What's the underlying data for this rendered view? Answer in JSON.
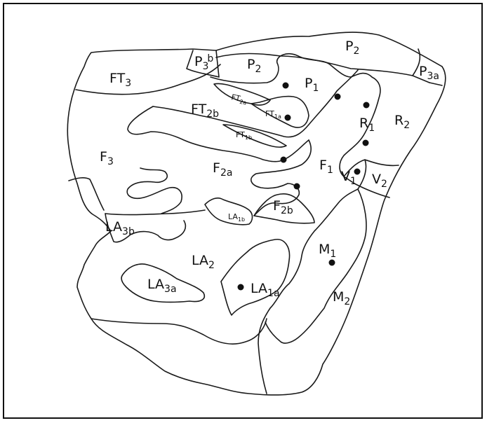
{
  "colors": {
    "ink": "#111111",
    "background": "#ffffff"
  },
  "regions": [
    {
      "id": "P2_top",
      "base": "P",
      "sub": "2"
    },
    {
      "id": "P2",
      "base": "P",
      "sub": "2"
    },
    {
      "id": "P1",
      "base": "P",
      "sub": "1"
    },
    {
      "id": "P3a",
      "base": "P",
      "sub": "3a"
    },
    {
      "id": "P3b",
      "base": "P",
      "sub": "3",
      "sup": "b"
    },
    {
      "id": "FT3",
      "base": "FT",
      "sub": "3"
    },
    {
      "id": "FT2a",
      "base": "FT",
      "sub": "2a"
    },
    {
      "id": "FT2b",
      "base": "FT",
      "sub": "2b"
    },
    {
      "id": "FT1a",
      "base": "FT",
      "sub": "1a"
    },
    {
      "id": "FT1b",
      "base": "FT",
      "sub": "1b"
    },
    {
      "id": "R1",
      "base": "R",
      "sub": "1"
    },
    {
      "id": "R2",
      "base": "R",
      "sub": "2"
    },
    {
      "id": "F3",
      "base": "F",
      "sub": "3"
    },
    {
      "id": "F2a",
      "base": "F",
      "sub": "2a"
    },
    {
      "id": "F1",
      "base": "F",
      "sub": "1"
    },
    {
      "id": "F2b",
      "base": "F",
      "sub": "2b"
    },
    {
      "id": "V1",
      "base": "V",
      "sub": "1"
    },
    {
      "id": "V2",
      "base": "V",
      "sub": "2"
    },
    {
      "id": "LA3b",
      "base": "LA",
      "sub": "3b"
    },
    {
      "id": "LA1b",
      "base": "LA",
      "sub": "1b"
    },
    {
      "id": "LA2",
      "base": "LA",
      "sub": "2"
    },
    {
      "id": "LA3a",
      "base": "LA",
      "sub": "3a"
    },
    {
      "id": "LA1a",
      "base": "LA",
      "sub": "1a"
    },
    {
      "id": "M1",
      "base": "M",
      "sub": "1"
    },
    {
      "id": "M2",
      "base": "M",
      "sub": "2"
    }
  ]
}
